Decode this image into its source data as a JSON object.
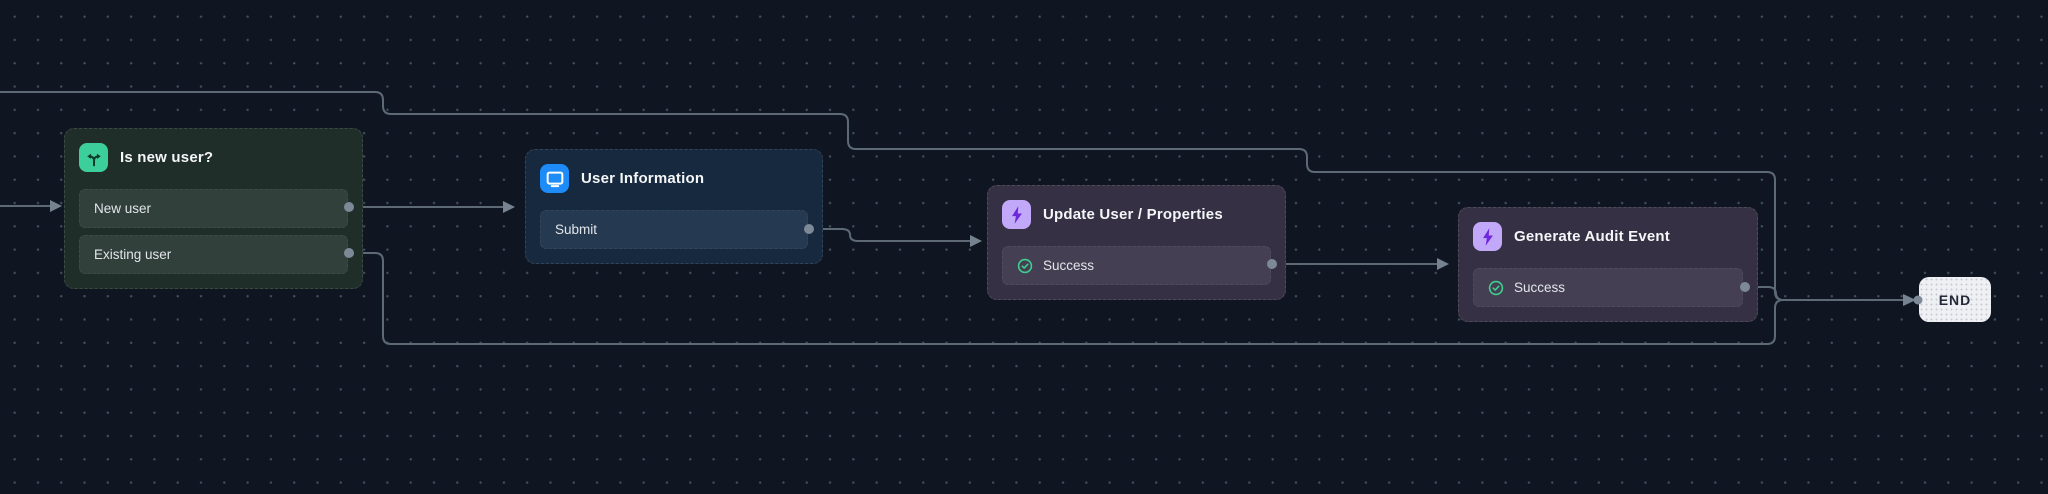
{
  "canvas": {
    "background_color": "#0f1622",
    "grid_dot_color": "#96a8be",
    "edge_color": "#5d6a76",
    "port_color": "#7d8997",
    "arrow_color": "#76828f"
  },
  "nodes": [
    {
      "title": "Is new user?",
      "type": "branch",
      "icon": "branch-icon",
      "icon_bg": "#3dcf9b",
      "icon_glyph_color": "#0e3a2c",
      "body_color": "#1f2e29",
      "row_color": "#31403a",
      "outputs": [
        {
          "label": "New user"
        },
        {
          "label": "Existing user"
        }
      ]
    },
    {
      "title": "User Information",
      "type": "form",
      "icon": "monitor-icon",
      "icon_bg": "#1d8bf8",
      "icon_glyph_color": "#ffffff",
      "body_color": "#16293f",
      "row_color": "#253950",
      "outputs": [
        {
          "label": "Submit"
        }
      ]
    },
    {
      "title": "Update User / Properties",
      "type": "action",
      "icon": "bolt-icon",
      "icon_bg": "#c2a8f8",
      "icon_glyph_color": "#6d28d9",
      "body_color": "#353043",
      "row_color": "#453f53",
      "outputs": [
        {
          "label": "Success",
          "status_icon": "check-circle-icon",
          "status_color": "#3ecf8e"
        }
      ]
    },
    {
      "title": "Generate Audit Event",
      "type": "action",
      "icon": "bolt-icon",
      "icon_bg": "#c2a8f8",
      "icon_glyph_color": "#6d28d9",
      "body_color": "#353043",
      "row_color": "#453f53",
      "outputs": [
        {
          "label": "Success",
          "status_icon": "check-circle-icon",
          "status_color": "#3ecf8e"
        }
      ]
    }
  ],
  "end_node": {
    "label": "END",
    "background": "#eef0f3",
    "text_color": "#232936"
  }
}
